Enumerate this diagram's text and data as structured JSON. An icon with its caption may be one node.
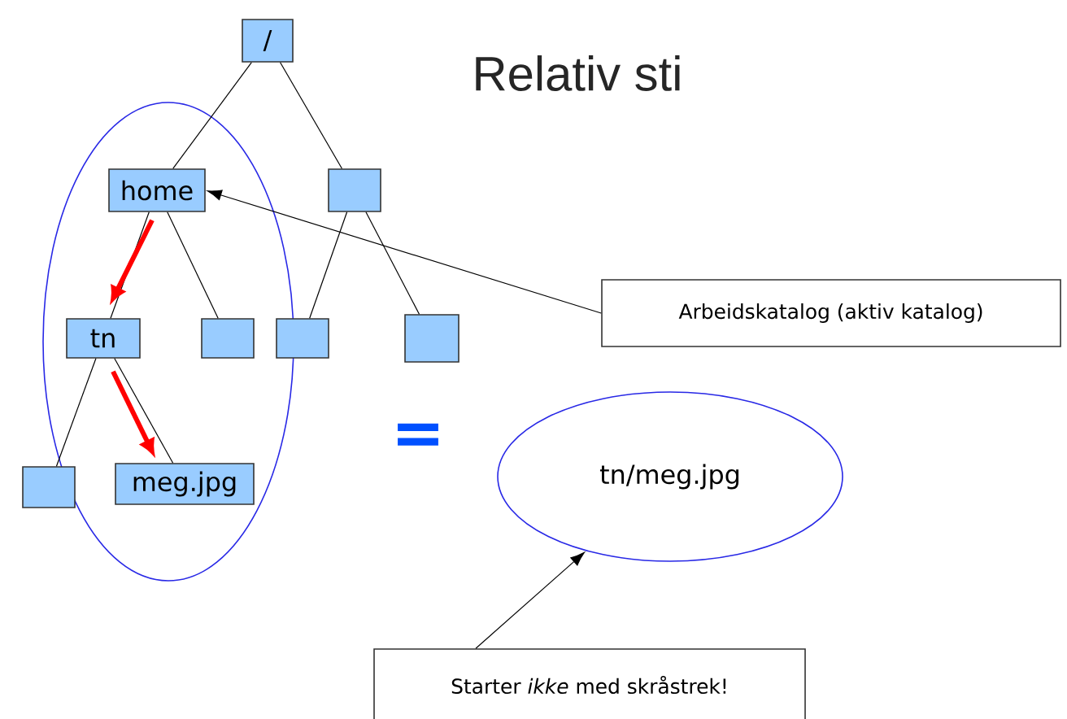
{
  "diagram": {
    "title": "Relativ sti",
    "nodes": [
      {
        "text": [
          "/"
        ]
      },
      {
        "text": [
          "home"
        ]
      },
      {
        "text": [],
        "shape": "box"
      },
      {
        "text": [
          "tn"
        ]
      },
      {
        "text": [],
        "shape": "box"
      },
      {
        "text": [],
        "shape": "box"
      },
      {
        "text": [],
        "shape": "box"
      },
      {
        "text": [],
        "shape": "box"
      },
      {
        "text": [
          "meg.jpg"
        ]
      },
      {
        "text": [
          "Arbeidskatalog (aktiv katalog)"
        ]
      },
      {
        "text": [
          "tn/meg.jpg"
        ]
      },
      {
        "text": [
          "Starter *ikke* med skråstrek!"
        ]
      }
    ],
    "edges": [
      {
        "from": 0,
        "to": 1,
        "arrow": "none"
      },
      {
        "from": 0,
        "to": 2,
        "arrow": "none"
      },
      {
        "from": 1,
        "to": 3,
        "arrow": "none"
      },
      {
        "from": 1,
        "to": 4,
        "arrow": "none"
      },
      {
        "from": 2,
        "to": 5,
        "arrow": "none"
      },
      {
        "from": 2,
        "to": 6,
        "arrow": "none"
      },
      {
        "from": 3,
        "to": 7,
        "arrow": "none"
      },
      {
        "from": 3,
        "to": 8,
        "arrow": "none"
      },
      {
        "from": 1,
        "to": 3,
        "arrow": "to",
        "style": "thick",
        "color": "#ff0000"
      },
      {
        "from": 3,
        "to": 8,
        "arrow": "to",
        "style": "thick",
        "color": "#ff0000"
      },
      {
        "from": 9,
        "to": 1,
        "arrow": "to"
      },
      {
        "from": 11,
        "to": 10,
        "arrow": "to"
      }
    ],
    "labels": [
      "="
    ]
  }
}
